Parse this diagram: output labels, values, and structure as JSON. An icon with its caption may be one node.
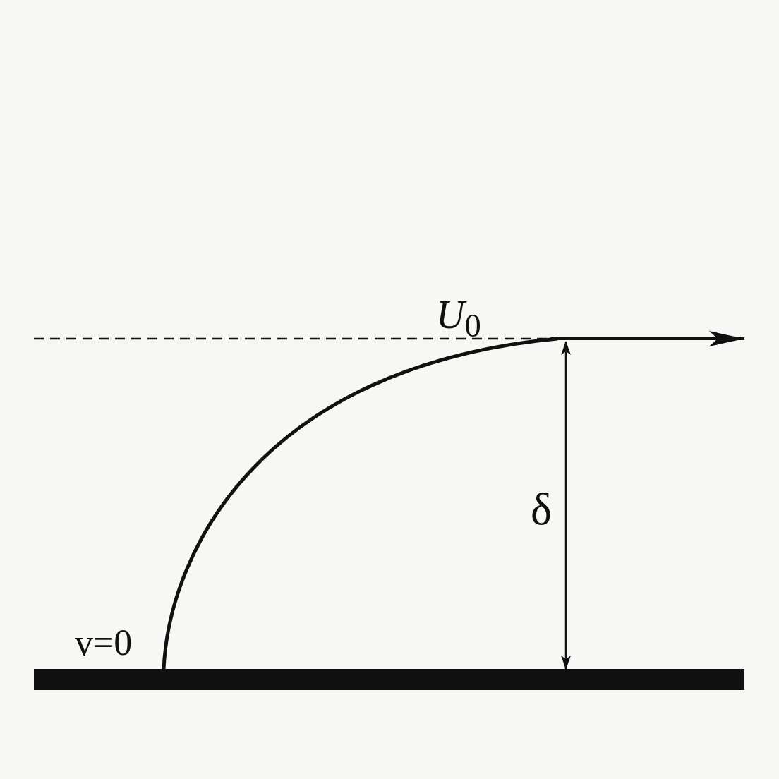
{
  "diagram": {
    "labels": [
      "*U*$_{0}$",
      "δ",
      "v=0"
    ]
  }
}
